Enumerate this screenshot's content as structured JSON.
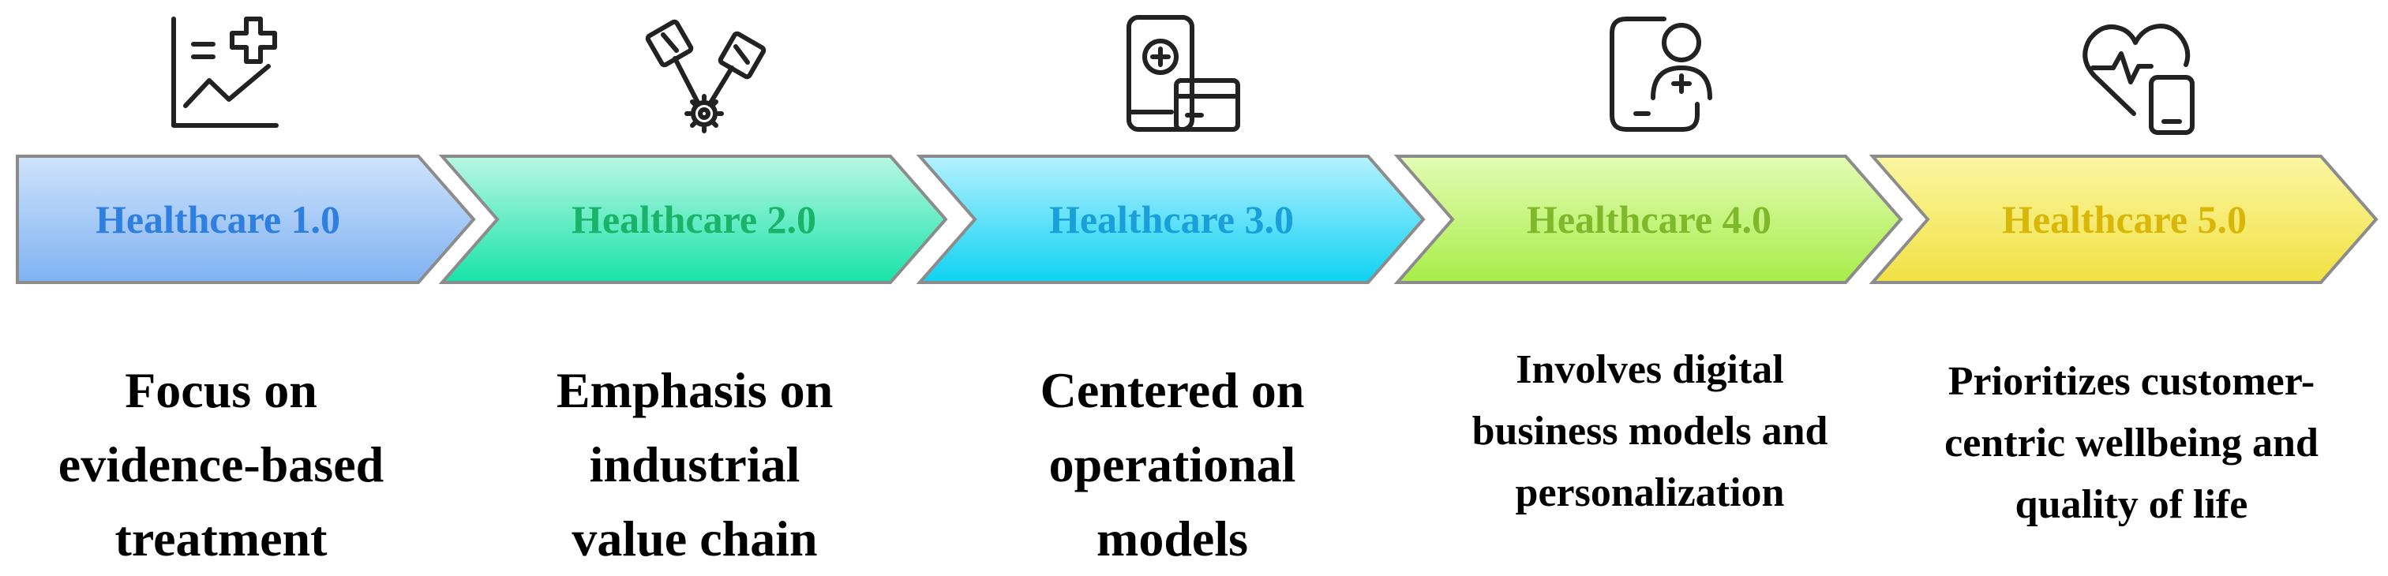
{
  "stages": [
    {
      "label": "Healthcare 1.0",
      "label_color": "#2f7fe0",
      "fill_top": "#cfe3fb",
      "fill_bottom": "#7fb2f2",
      "icon": "chart-plus-icon",
      "description": [
        "Focus on",
        "evidence-based",
        "treatment"
      ]
    },
    {
      "label": "Healthcare 2.0",
      "label_color": "#19b36a",
      "fill_top": "#b9f7e3",
      "fill_bottom": "#18e3a8",
      "icon": "robot-arm-gear-icon",
      "description": [
        "Emphasis on",
        "industrial",
        "value chain"
      ]
    },
    {
      "label": "Healthcare 3.0",
      "label_color": "#1a9fd8",
      "fill_top": "#b5f1ff",
      "fill_bottom": "#0ed2f2",
      "icon": "phone-card-icon",
      "description": [
        "Centered on",
        "operational",
        "models"
      ]
    },
    {
      "label": "Healthcare 4.0",
      "label_color": "#7fb82a",
      "fill_top": "#e3fcb4",
      "fill_bottom": "#a8ed49",
      "icon": "tablet-doctor-icon",
      "description": [
        "Involves digital",
        "business models and",
        "personalization"
      ]
    },
    {
      "label": "Healthcare 5.0",
      "label_color": "#d9b70a",
      "fill_top": "#fbf6a2",
      "fill_bottom": "#f1e143",
      "icon": "heart-phone-icon",
      "description": [
        "Prioritizes customer-",
        "centric wellbeing and",
        "quality of life"
      ]
    }
  ]
}
